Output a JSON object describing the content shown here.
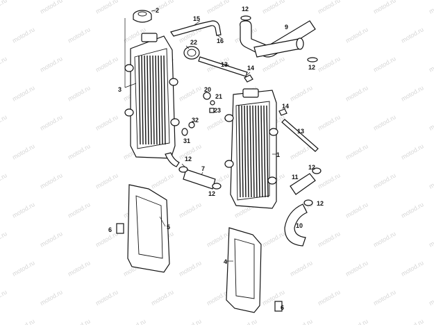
{
  "watermark": "motod.ru",
  "labels": [
    {
      "id": "lbl-2",
      "text": "2"
    },
    {
      "id": "lbl-15",
      "text": "15"
    },
    {
      "id": "lbl-16",
      "text": "16"
    },
    {
      "id": "lbl-12a",
      "text": "12"
    },
    {
      "id": "lbl-9",
      "text": "9"
    },
    {
      "id": "lbl-12b",
      "text": "12"
    },
    {
      "id": "lbl-22",
      "text": "22"
    },
    {
      "id": "lbl-13a",
      "text": "13"
    },
    {
      "id": "lbl-14a",
      "text": "14"
    },
    {
      "id": "lbl-3",
      "text": "3"
    },
    {
      "id": "lbl-20",
      "text": "20"
    },
    {
      "id": "lbl-21",
      "text": "21"
    },
    {
      "id": "lbl-23",
      "text": "23"
    },
    {
      "id": "lbl-14b",
      "text": "14"
    },
    {
      "id": "lbl-13b",
      "text": "13"
    },
    {
      "id": "lbl-32",
      "text": "32"
    },
    {
      "id": "lbl-31",
      "text": "31"
    },
    {
      "id": "lbl-1",
      "text": "1"
    },
    {
      "id": "lbl-12c",
      "text": "12"
    },
    {
      "id": "lbl-7",
      "text": "7"
    },
    {
      "id": "lbl-12d",
      "text": "12"
    },
    {
      "id": "lbl-11",
      "text": "11"
    },
    {
      "id": "lbl-12e",
      "text": "12"
    },
    {
      "id": "lbl-12f",
      "text": "12"
    },
    {
      "id": "lbl-5",
      "text": "5"
    },
    {
      "id": "lbl-6a",
      "text": "6"
    },
    {
      "id": "lbl-10",
      "text": "10"
    },
    {
      "id": "lbl-4",
      "text": "4"
    },
    {
      "id": "lbl-6b",
      "text": "6"
    }
  ]
}
